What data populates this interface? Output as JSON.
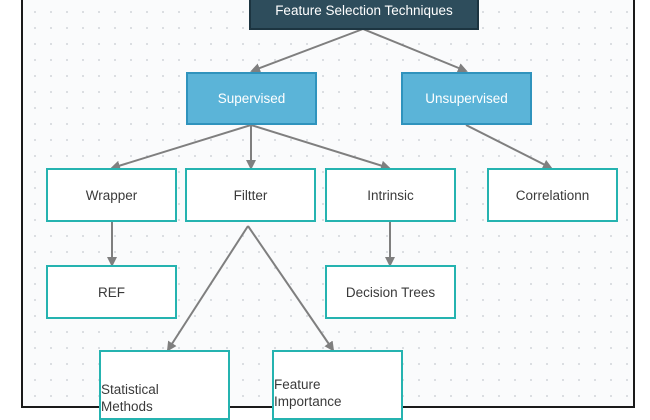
{
  "diagram": {
    "root": {
      "label": "Feature Selection Techniques"
    },
    "categories": [
      {
        "id": "supervised",
        "label": "Supervised"
      },
      {
        "id": "unsupervised",
        "label": "Unsupervised"
      }
    ],
    "methods": [
      {
        "id": "wrapper",
        "label": "Wrapper"
      },
      {
        "id": "filter",
        "label": "Filtter"
      },
      {
        "id": "intrinsic",
        "label": "Intrinsic"
      },
      {
        "id": "correlation",
        "label": "Correlationn"
      }
    ],
    "techniques": [
      {
        "id": "ref",
        "label": "REF"
      },
      {
        "id": "decision_trees",
        "label": "Decision Trees"
      },
      {
        "id": "statistical_methods",
        "label_line1": "Statistical",
        "label_line2": "Methods"
      },
      {
        "id": "feature_importance",
        "label_line1": "Feature",
        "label_line2": "Importance"
      }
    ]
  },
  "colors": {
    "root_fill": "#2e4d5c",
    "category_fill": "#5bb4d8",
    "leaf_border": "#25b3b0",
    "arrow": "#7f7f7f"
  }
}
